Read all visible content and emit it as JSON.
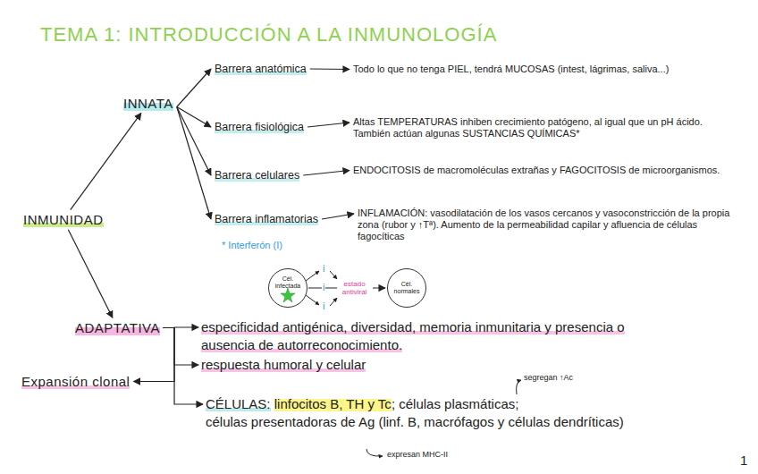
{
  "diagram": {
    "title": "TEMA 1: INTRODUCCIÓN A LA INMUNOLOGÍA",
    "nodes": [
      {
        "text": [
          "INMUNIDAD"
        ]
      },
      {
        "text": [
          "INNATA"
        ]
      },
      {
        "text": [
          "Barrera anatómica"
        ]
      },
      {
        "text": [
          "Todo lo que no tenga PIEL, tendrá MUCOSAS (intest, lágrimas, saliva...)"
        ]
      },
      {
        "text": [
          "Barrera fisiológica"
        ]
      },
      {
        "text": [
          "Altas TEMPERATURAS inhiben crecimiento patógeno, al igual que un pH ácido. También actúan algunas SUSTANCIAS QUÍMICAS*"
        ]
      },
      {
        "text": [
          "Barrera celulares"
        ]
      },
      {
        "text": [
          "ENDOCITOSIS de macromoléculas extrañas y FAGOCITOSIS de microorganismos."
        ]
      },
      {
        "text": [
          "Barrera inflamatorias"
        ]
      },
      {
        "text": [
          "INFLAMACIÓN: vasodilatación de los vasos cercanos y vasoconstricción de la propia zona (rubor y ↑Tª). Aumento de la permeabilidad capilar y afluencia de células fagocíticas"
        ]
      },
      {
        "text": [
          "Cél. infectada"
        ]
      },
      {
        "text": [
          "Cél. normales"
        ]
      },
      {
        "text": [
          "ADAPTATIVA"
        ]
      },
      {
        "text": [
          "especificidad antigénica, diversidad, memoria inmunitaria y presencia o ausencia de autorreconocimiento."
        ]
      },
      {
        "text": [
          "respuesta humoral y celular"
        ]
      },
      {
        "text": [
          "CÉLULAS:",
          "linfocitos B, TH y Tc",
          "; células plasmáticas;",
          "células presentadoras de Ag (linf. B, macrófagos y células dendríticas)"
        ]
      },
      {
        "text": [
          "Expansión clonal"
        ]
      }
    ],
    "edges": [
      {
        "from": 0,
        "to": 1,
        "arrow": "to"
      },
      {
        "from": 0,
        "to": 12,
        "arrow": "to"
      },
      {
        "from": 1,
        "to": 2,
        "arrow": "to"
      },
      {
        "from": 1,
        "to": 4,
        "arrow": "to"
      },
      {
        "from": 1,
        "to": 6,
        "arrow": "to"
      },
      {
        "from": 1,
        "to": 8,
        "arrow": "to"
      },
      {
        "from": 2,
        "to": 3,
        "arrow": "to"
      },
      {
        "from": 4,
        "to": 5,
        "arrow": "to"
      },
      {
        "from": 6,
        "to": 7,
        "arrow": "to"
      },
      {
        "from": 8,
        "to": 9,
        "arrow": "to"
      },
      {
        "from": 10,
        "to": 11,
        "label": "estado antiviral",
        "arrow": "to"
      },
      {
        "from": 12,
        "to": 13,
        "arrow": "to"
      },
      {
        "from": 12,
        "to": 14,
        "arrow": "to"
      },
      {
        "from": 12,
        "to": 15,
        "arrow": "to"
      },
      {
        "from": 12,
        "to": 16,
        "arrow": "to"
      }
    ],
    "labels": [
      "* Interferón (I)",
      "i",
      "i",
      "i",
      "segregan ↑Ac",
      "expresan MHC-II",
      "1"
    ]
  }
}
